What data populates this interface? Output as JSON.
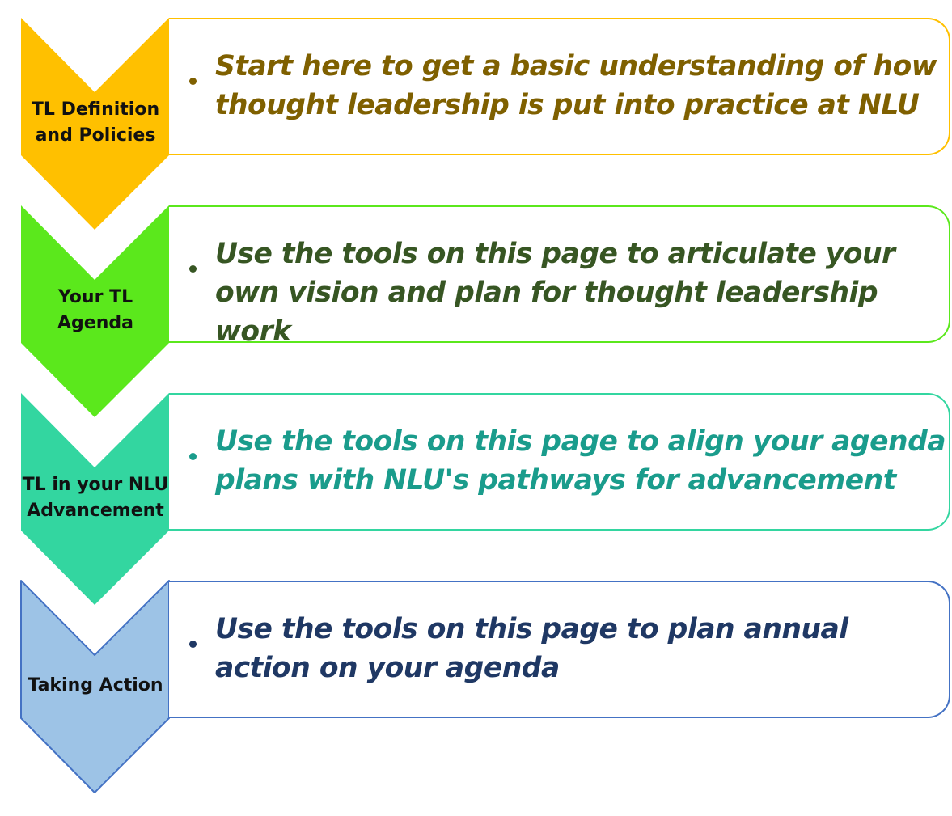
{
  "steps": [
    {
      "label": "TL Definition and Policies",
      "description": "Start here to get a basic understanding of how thought leadership is put into practice at NLU",
      "chevron_color": "#FFC000",
      "border_color": "#FFC000",
      "text_color": "#7F6000"
    },
    {
      "label": "Your TL Agenda",
      "description": "Use the tools on this page to articulate your own vision and plan for thought leadership work",
      "chevron_color": "#5BE81C",
      "border_color": "#5BE81C",
      "text_color": "#375623"
    },
    {
      "label": "TL in your NLU Advancement",
      "description": "Use the tools on this page to align your agenda plans with NLU's pathways for advancement",
      "chevron_color": "#33D6A0",
      "border_color": "#33D6A0",
      "text_color": "#1A9C8C"
    },
    {
      "label": "Taking Action",
      "description": "Use the tools on this page to plan annual action on your agenda",
      "chevron_color": "#9DC3E6",
      "border_color": "#4472C4",
      "text_color": "#1F3864"
    }
  ]
}
